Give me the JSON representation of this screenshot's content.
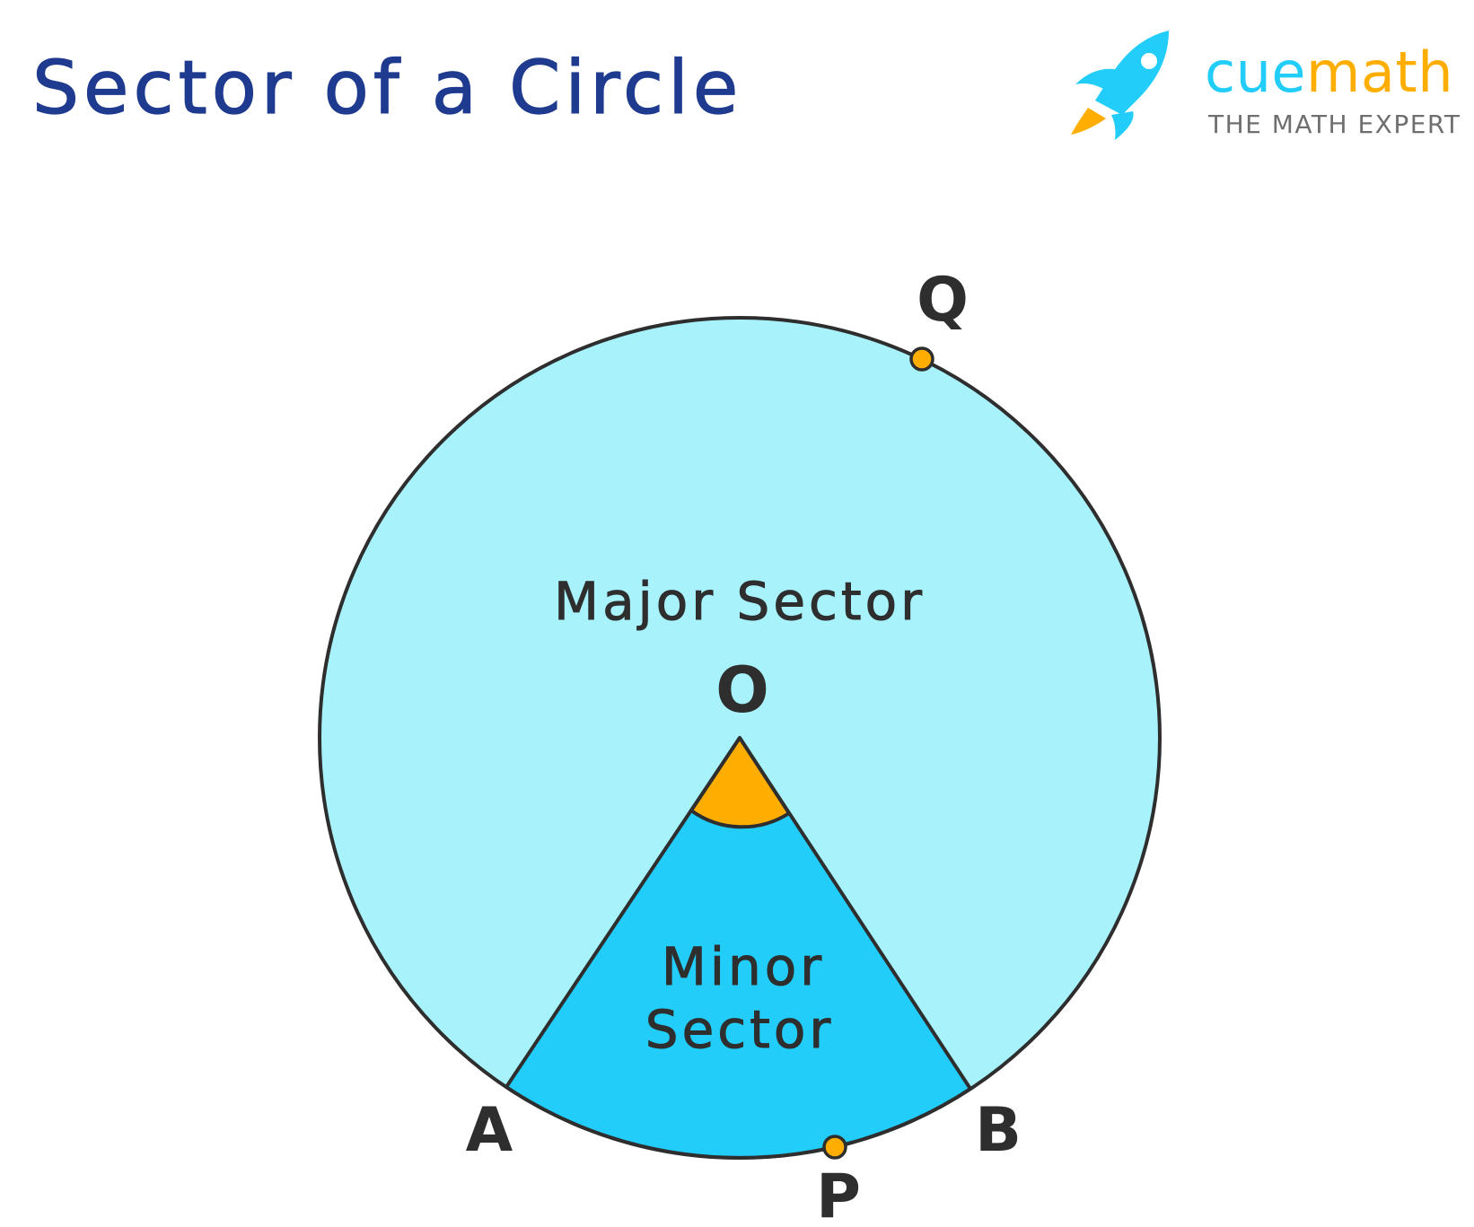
{
  "title": "Sector of a Circle",
  "logo": {
    "brand_part1": "cue",
    "brand_part2": "math",
    "tagline": "THE MATH EXPERT",
    "icon": "rocket-icon",
    "colors": {
      "cue": "#22cdfa",
      "math": "#ffae00",
      "tagline": "#6f6f6f"
    }
  },
  "diagram": {
    "labels": {
      "major_sector": "Major Sector",
      "minor_sector_line1": "Minor",
      "minor_sector_line2": "Sector",
      "center": "O",
      "point_a": "A",
      "point_b": "B",
      "point_p": "P",
      "point_q": "Q"
    },
    "colors": {
      "major_sector_fill": "#a8f2fc",
      "minor_sector_fill": "#22cdfa",
      "angle_fill": "#ffae00",
      "point_fill": "#ffae00",
      "stroke": "#2e2e2e",
      "title": "#1f3b8f"
    }
  }
}
